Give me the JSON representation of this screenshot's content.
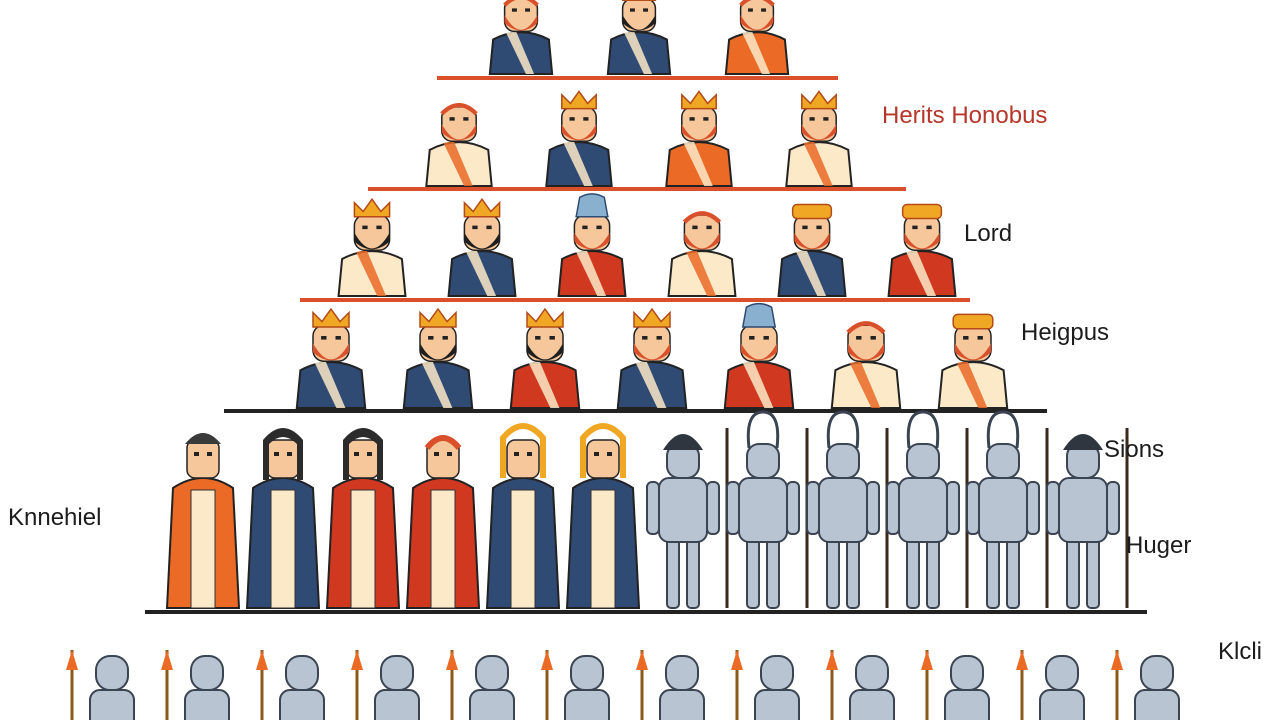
{
  "colors": {
    "background": "#ffffff",
    "shelf_orange": "#d9502b",
    "shelf_dark": "#222222",
    "skin": "#f6c79a",
    "beard_orange": "#d9502b",
    "beard_dark": "#1f1f1f",
    "robe_orange": "#ea6a26",
    "robe_red": "#d0381f",
    "robe_blue": "#2f4a73",
    "robe_cream": "#fbe9c8",
    "crown_gold": "#f0a824",
    "armor_grey": "#b8c4d2",
    "armor_outline": "#3a4452",
    "label_red": "#b5372a",
    "label_dark": "#1c1c1c"
  },
  "labels": {
    "tier2": "Herits Honobus",
    "tier3": "Lord",
    "tier4": "Heigpus",
    "tier5a": "Sions",
    "tier5b": "Huger",
    "left": "Knnehiel",
    "bottom": "Klcli"
  },
  "tiers": [
    {
      "id": "tier-1",
      "shelf": "orange",
      "figures": [
        {
          "kind": "noble",
          "robe": "blue",
          "beard": "orange",
          "head": "bare"
        },
        {
          "kind": "noble",
          "robe": "blue",
          "beard": "dark",
          "head": "crown"
        },
        {
          "kind": "noble",
          "robe": "orange",
          "beard": "orange",
          "head": "bare"
        }
      ]
    },
    {
      "id": "tier-2",
      "shelf": "orange",
      "figures": [
        {
          "kind": "noble",
          "robe": "cream",
          "beard": "orange",
          "head": "bare"
        },
        {
          "kind": "noble",
          "robe": "blue",
          "beard": "orange",
          "head": "crown"
        },
        {
          "kind": "noble",
          "robe": "orange",
          "beard": "orange",
          "head": "crown"
        },
        {
          "kind": "noble",
          "robe": "cream",
          "beard": "orange",
          "head": "crown"
        }
      ]
    },
    {
      "id": "tier-3",
      "shelf": "orange",
      "figures": [
        {
          "kind": "noble",
          "robe": "cream",
          "beard": "dark",
          "head": "crown"
        },
        {
          "kind": "noble",
          "robe": "blue",
          "beard": "dark",
          "head": "crown"
        },
        {
          "kind": "noble",
          "robe": "red",
          "beard": "orange",
          "head": "mitre"
        },
        {
          "kind": "noble",
          "robe": "cream",
          "beard": "orange",
          "head": "bare"
        },
        {
          "kind": "noble",
          "robe": "blue",
          "beard": "orange",
          "head": "cap"
        },
        {
          "kind": "noble",
          "robe": "red",
          "beard": "orange",
          "head": "cap"
        }
      ]
    },
    {
      "id": "tier-4",
      "shelf": "dark",
      "figures": [
        {
          "kind": "noble",
          "robe": "blue",
          "beard": "orange",
          "head": "crown"
        },
        {
          "kind": "noble",
          "robe": "blue",
          "beard": "dark",
          "head": "crown"
        },
        {
          "kind": "noble",
          "robe": "red",
          "beard": "dark",
          "head": "crown"
        },
        {
          "kind": "noble",
          "robe": "blue",
          "beard": "orange",
          "head": "crown"
        },
        {
          "kind": "noble",
          "robe": "red",
          "beard": "orange",
          "head": "mitre"
        },
        {
          "kind": "noble",
          "robe": "cream",
          "beard": "orange",
          "head": "bare"
        },
        {
          "kind": "noble",
          "robe": "cream",
          "beard": "orange",
          "head": "cap"
        }
      ]
    },
    {
      "id": "tier-5",
      "shelf": "dark",
      "figures": [
        {
          "kind": "clergy",
          "robe": "orange",
          "head": "helmet"
        },
        {
          "kind": "clergy",
          "robe": "blue",
          "head": "hood"
        },
        {
          "kind": "clergy",
          "robe": "red",
          "head": "hood"
        },
        {
          "kind": "clergy",
          "robe": "red",
          "head": "bare"
        },
        {
          "kind": "clergy",
          "robe": "blue",
          "head": "gold"
        },
        {
          "kind": "clergy",
          "robe": "blue",
          "head": "gold"
        },
        {
          "kind": "knight",
          "head": "round"
        },
        {
          "kind": "knight",
          "head": "plume"
        },
        {
          "kind": "knight",
          "head": "plume"
        },
        {
          "kind": "knight",
          "head": "plume"
        },
        {
          "kind": "knight",
          "head": "plume"
        },
        {
          "kind": "knight",
          "head": "round"
        }
      ]
    },
    {
      "id": "tier-6",
      "shelf": "none",
      "figures": [
        {
          "kind": "soldier"
        },
        {
          "kind": "soldier"
        },
        {
          "kind": "soldier"
        },
        {
          "kind": "soldier"
        },
        {
          "kind": "soldier"
        },
        {
          "kind": "soldier"
        },
        {
          "kind": "soldier"
        },
        {
          "kind": "soldier"
        },
        {
          "kind": "soldier"
        },
        {
          "kind": "soldier"
        },
        {
          "kind": "soldier"
        },
        {
          "kind": "soldier"
        }
      ]
    }
  ]
}
